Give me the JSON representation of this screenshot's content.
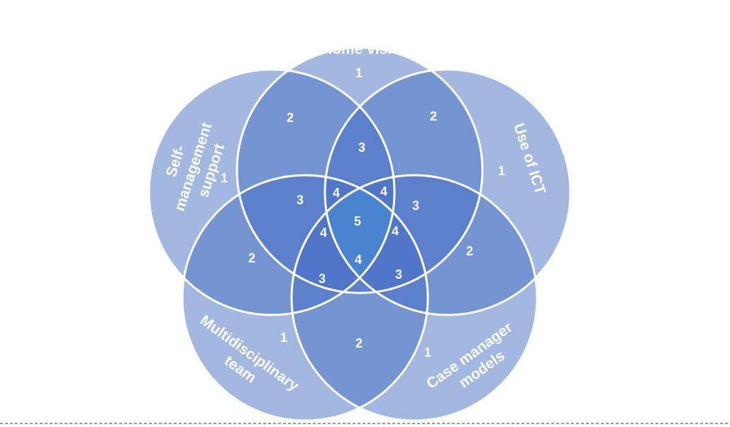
{
  "diagram": {
    "sets": [
      {
        "key": "home",
        "lines": [
          "Home visits"
        ]
      },
      {
        "key": "ict",
        "lines": [
          "Use of ICT"
        ]
      },
      {
        "key": "case",
        "lines": [
          "Case manager",
          "models"
        ]
      },
      {
        "key": "multi",
        "lines": [
          "Multidisciplinary",
          "team"
        ]
      },
      {
        "key": "self",
        "lines": [
          "Self-",
          "management",
          "support"
        ]
      }
    ],
    "region_counts": {
      "home_only": "1",
      "ict_only": "1",
      "case_only": "1",
      "multi_only": "1",
      "self_only": "1",
      "pair_home_ict": "2",
      "pair_ict_case": "2",
      "pair_case_multi": "2",
      "pair_multi_self": "2",
      "pair_self_home": "2",
      "triple_top": "3",
      "triple_upper_right": "3",
      "triple_lower_right": "3",
      "triple_lower_left": "3",
      "triple_upper_left": "3",
      "quad_upper_left": "4",
      "quad_upper_right": "4",
      "quad_right": "4",
      "quad_bottom": "4",
      "quad_left": "4",
      "center": "5"
    },
    "colors": {
      "ring_1": "#a3b8e0",
      "ring_2": "#7594d2",
      "ring_3": "#5c80cc",
      "ring_4": "#4f76c8",
      "center": "#4a83cf",
      "outline": "#ffffff",
      "divider": "#333333"
    }
  }
}
